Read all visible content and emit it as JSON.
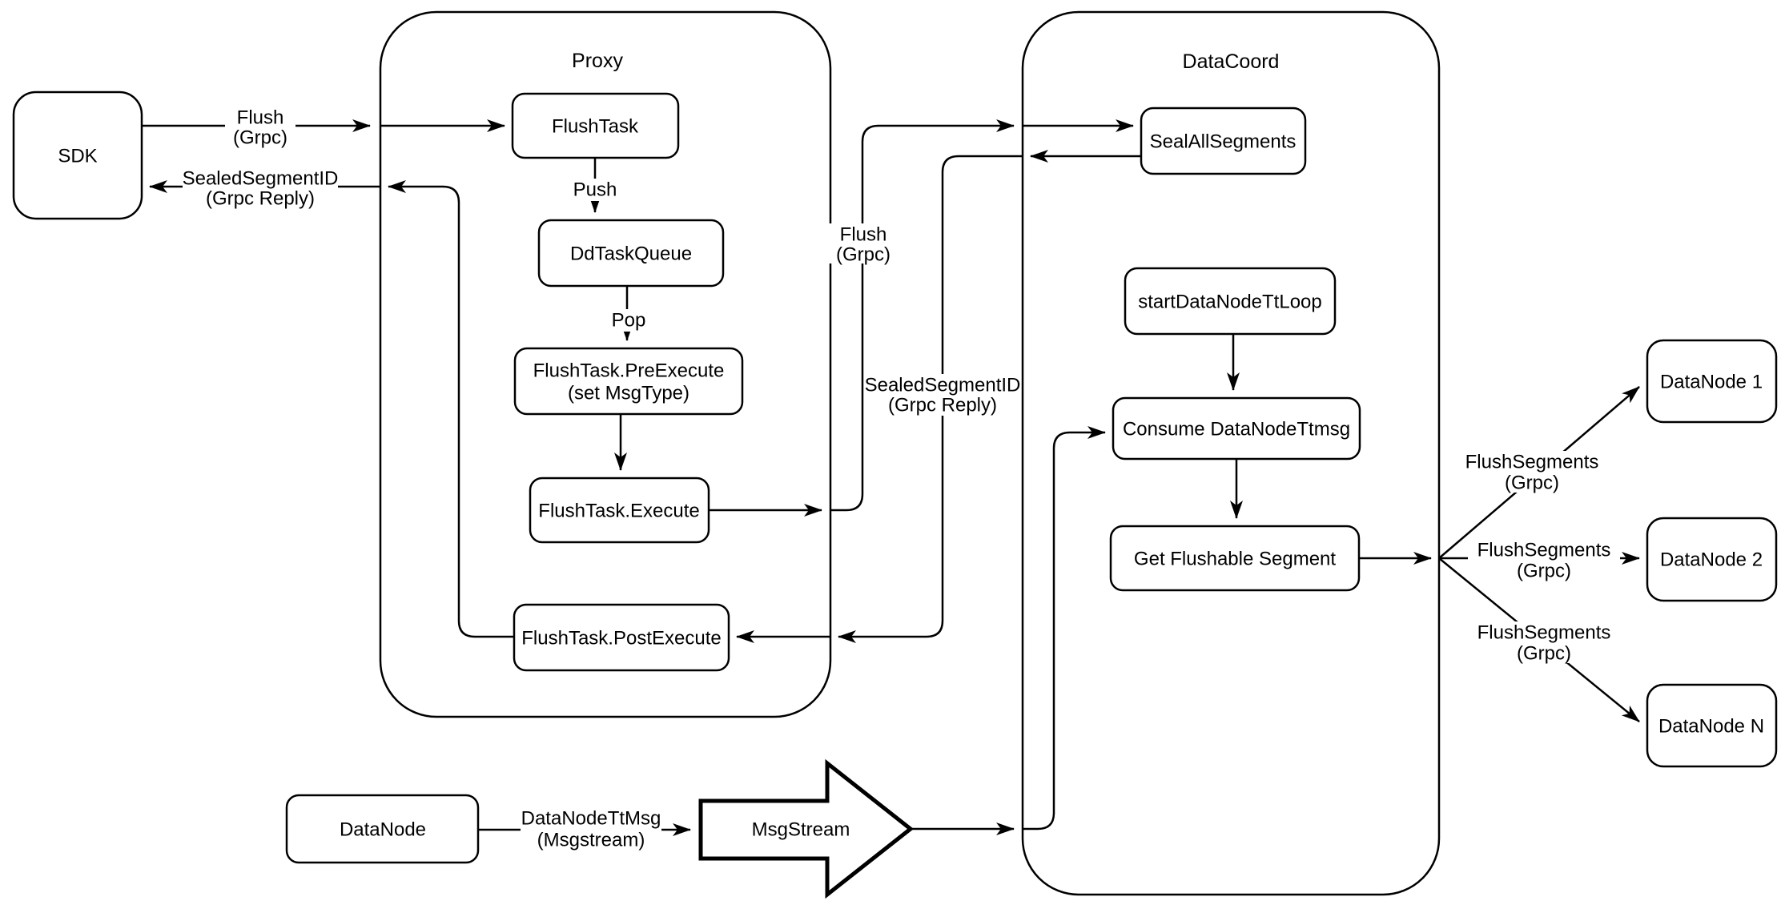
{
  "diagram": {
    "background_color": "#ffffff",
    "stroke_color": "#000000",
    "containers": {
      "proxy": {
        "label": "Proxy"
      },
      "datacoord": {
        "label": "DataCoord"
      }
    },
    "nodes": {
      "sdk": {
        "label": "SDK"
      },
      "flush_task": {
        "label": "FlushTask"
      },
      "dd_task_queue": {
        "label": "DdTaskQueue"
      },
      "flush_task_pre_execute": {
        "label": "FlushTask.PreExecute",
        "sublabel": "(set MsgType)"
      },
      "flush_task_execute": {
        "label": "FlushTask.Execute"
      },
      "flush_task_post_execute": {
        "label": "FlushTask.PostExecute"
      },
      "seal_all_segments": {
        "label": "SealAllSegments"
      },
      "start_data_node_tt_loop": {
        "label": "startDataNodeTtLoop"
      },
      "consume_data_node_ttmsg": {
        "label": "Consume DataNodeTtmsg"
      },
      "get_flushable_segment": {
        "label": "Get Flushable Segment"
      },
      "data_node_1": {
        "label": "DataNode 1"
      },
      "data_node_2": {
        "label": "DataNode 2"
      },
      "data_node_n": {
        "label": "DataNode N"
      },
      "data_node": {
        "label": "DataNode"
      },
      "msg_stream": {
        "label": "MsgStream"
      }
    },
    "edge_labels": {
      "flush_sdk_to_proxy": {
        "line1": "Flush",
        "line2": "(Grpc)"
      },
      "sealed_proxy_to_sdk": {
        "line1": "SealedSegmentID",
        "line2": "(Grpc Reply)"
      },
      "push": {
        "line1": "Push"
      },
      "pop": {
        "line1": "Pop"
      },
      "flush_proxy_to_datacoord": {
        "line1": "Flush",
        "line2": "(Grpc)"
      },
      "sealed_datacoord_to_proxy": {
        "line1": "SealedSegmentID",
        "line2": "(Grpc Reply)"
      },
      "data_node_tt_msg": {
        "line1": "DataNodeTtMsg",
        "line2": "(Msgstream)"
      },
      "flush_segments_1": {
        "line1": "FlushSegments",
        "line2": "(Grpc)"
      },
      "flush_segments_2": {
        "line1": "FlushSegments",
        "line2": "(Grpc)"
      },
      "flush_segments_3": {
        "line1": "FlushSegments",
        "line2": "(Grpc)"
      }
    }
  }
}
